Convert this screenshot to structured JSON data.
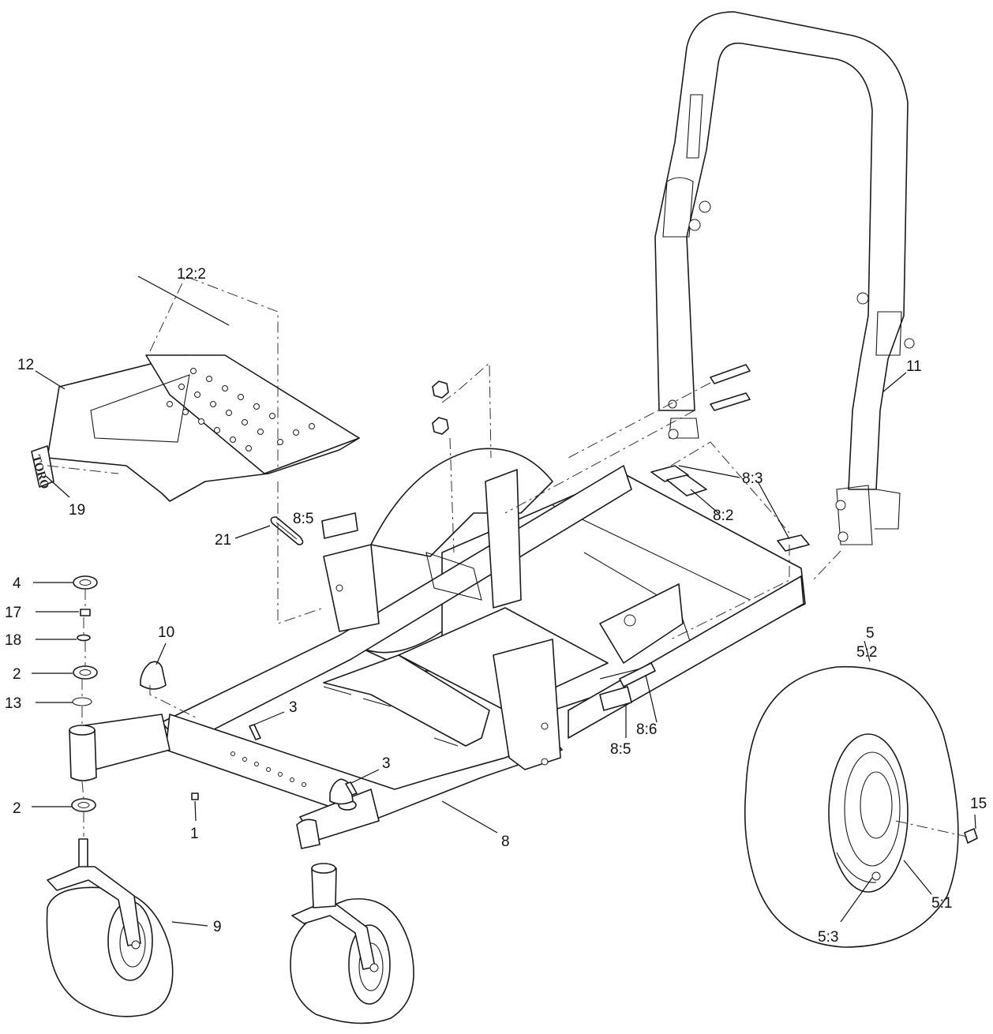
{
  "labels": {
    "l12_2": "12:2",
    "l12": "12",
    "l19": "19",
    "l21": "21",
    "l8_5a": "8:5",
    "l8_5b": "8:5",
    "l8_3": "8:3",
    "l8_2": "8:2",
    "l8_6": "8:6",
    "l11": "11",
    "l4": "4",
    "l17": "17",
    "l18": "18",
    "l2a": "2",
    "l2b": "2",
    "l13": "13",
    "l10": "10",
    "l3a": "3",
    "l3b": "3",
    "l1": "1",
    "l8": "8",
    "l9": "9",
    "l5": "5",
    "l5_2": "5:2",
    "l5_1": "5:1",
    "l5_3": "5:3",
    "l15": "15"
  },
  "logo": {
    "text": "TORO"
  },
  "colors": {
    "line": "#1a1a1a",
    "background": "#ffffff"
  }
}
